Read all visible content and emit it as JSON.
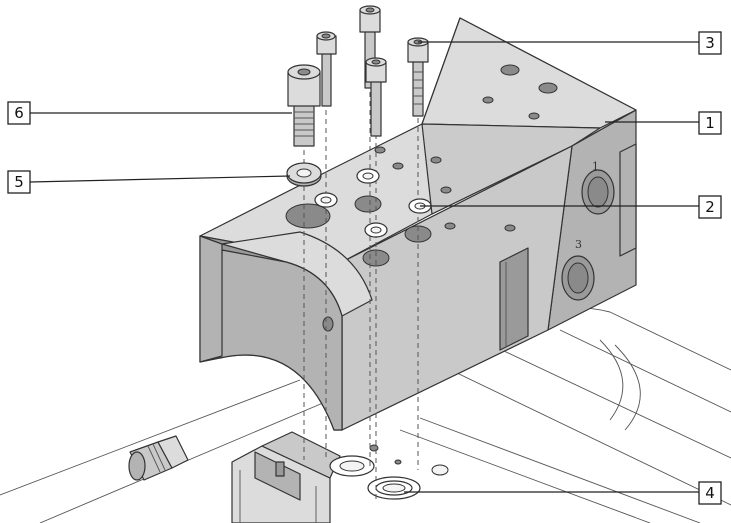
{
  "callouts": {
    "c1": "1",
    "c2": "2",
    "c3": "3",
    "c4": "4",
    "c5": "5",
    "c6": "6"
  },
  "port_labels": {
    "p1": "1",
    "p3": "3"
  }
}
